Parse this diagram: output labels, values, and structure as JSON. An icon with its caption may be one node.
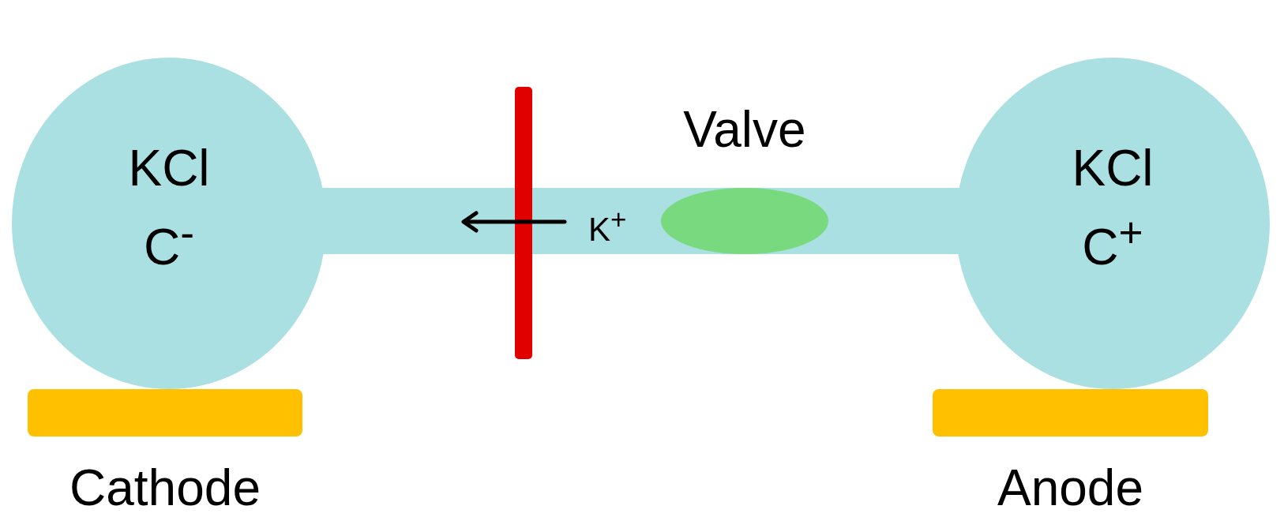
{
  "diagram": {
    "nodes": [
      {
        "text": [
          "KCl",
          "C$^{-}$"
        ]
      },
      {
        "text": [],
        "shape": "bar"
      },
      {
        "text": [
          "Valve"
        ]
      },
      {
        "text": [
          "KCl",
          "C$^{+}$"
        ]
      },
      {
        "text": [
          "Cathode"
        ]
      },
      {
        "text": [
          "Anode"
        ]
      }
    ],
    "labels": [
      "K$^{+}$"
    ]
  }
}
